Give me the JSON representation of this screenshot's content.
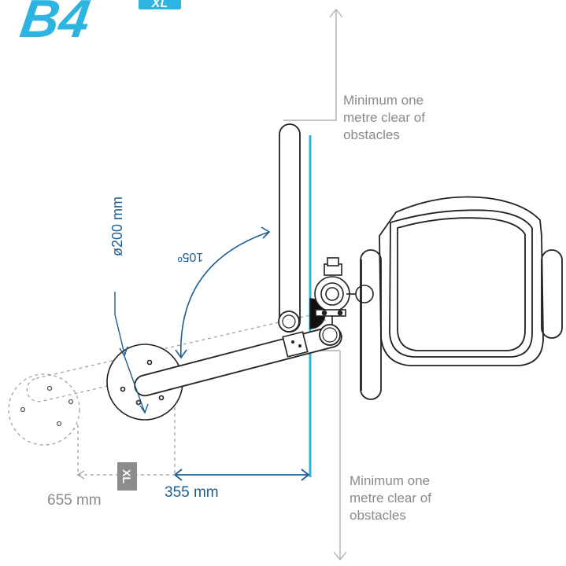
{
  "logo": {
    "model": "B4",
    "badge": "XL"
  },
  "notes": {
    "top": [
      "Minimum one",
      "metre clear of",
      "obstacles"
    ],
    "bottom": [
      "Minimum one",
      "metre clear of",
      "obstacles"
    ]
  },
  "dimensions": {
    "diameter": "ø200 mm",
    "angle": "105º",
    "standard_reach": "355 mm",
    "xl_reach": "655 mm",
    "xl_badge": "XL"
  },
  "colors": {
    "brand_blue": "#2bb5e0",
    "dimension_blue": "#1e5d91",
    "outline": "#222222",
    "grey_text": "#8a8a8a",
    "dashed_grey": "#9a9a9a",
    "badge_grey": "#8c8c8c"
  }
}
